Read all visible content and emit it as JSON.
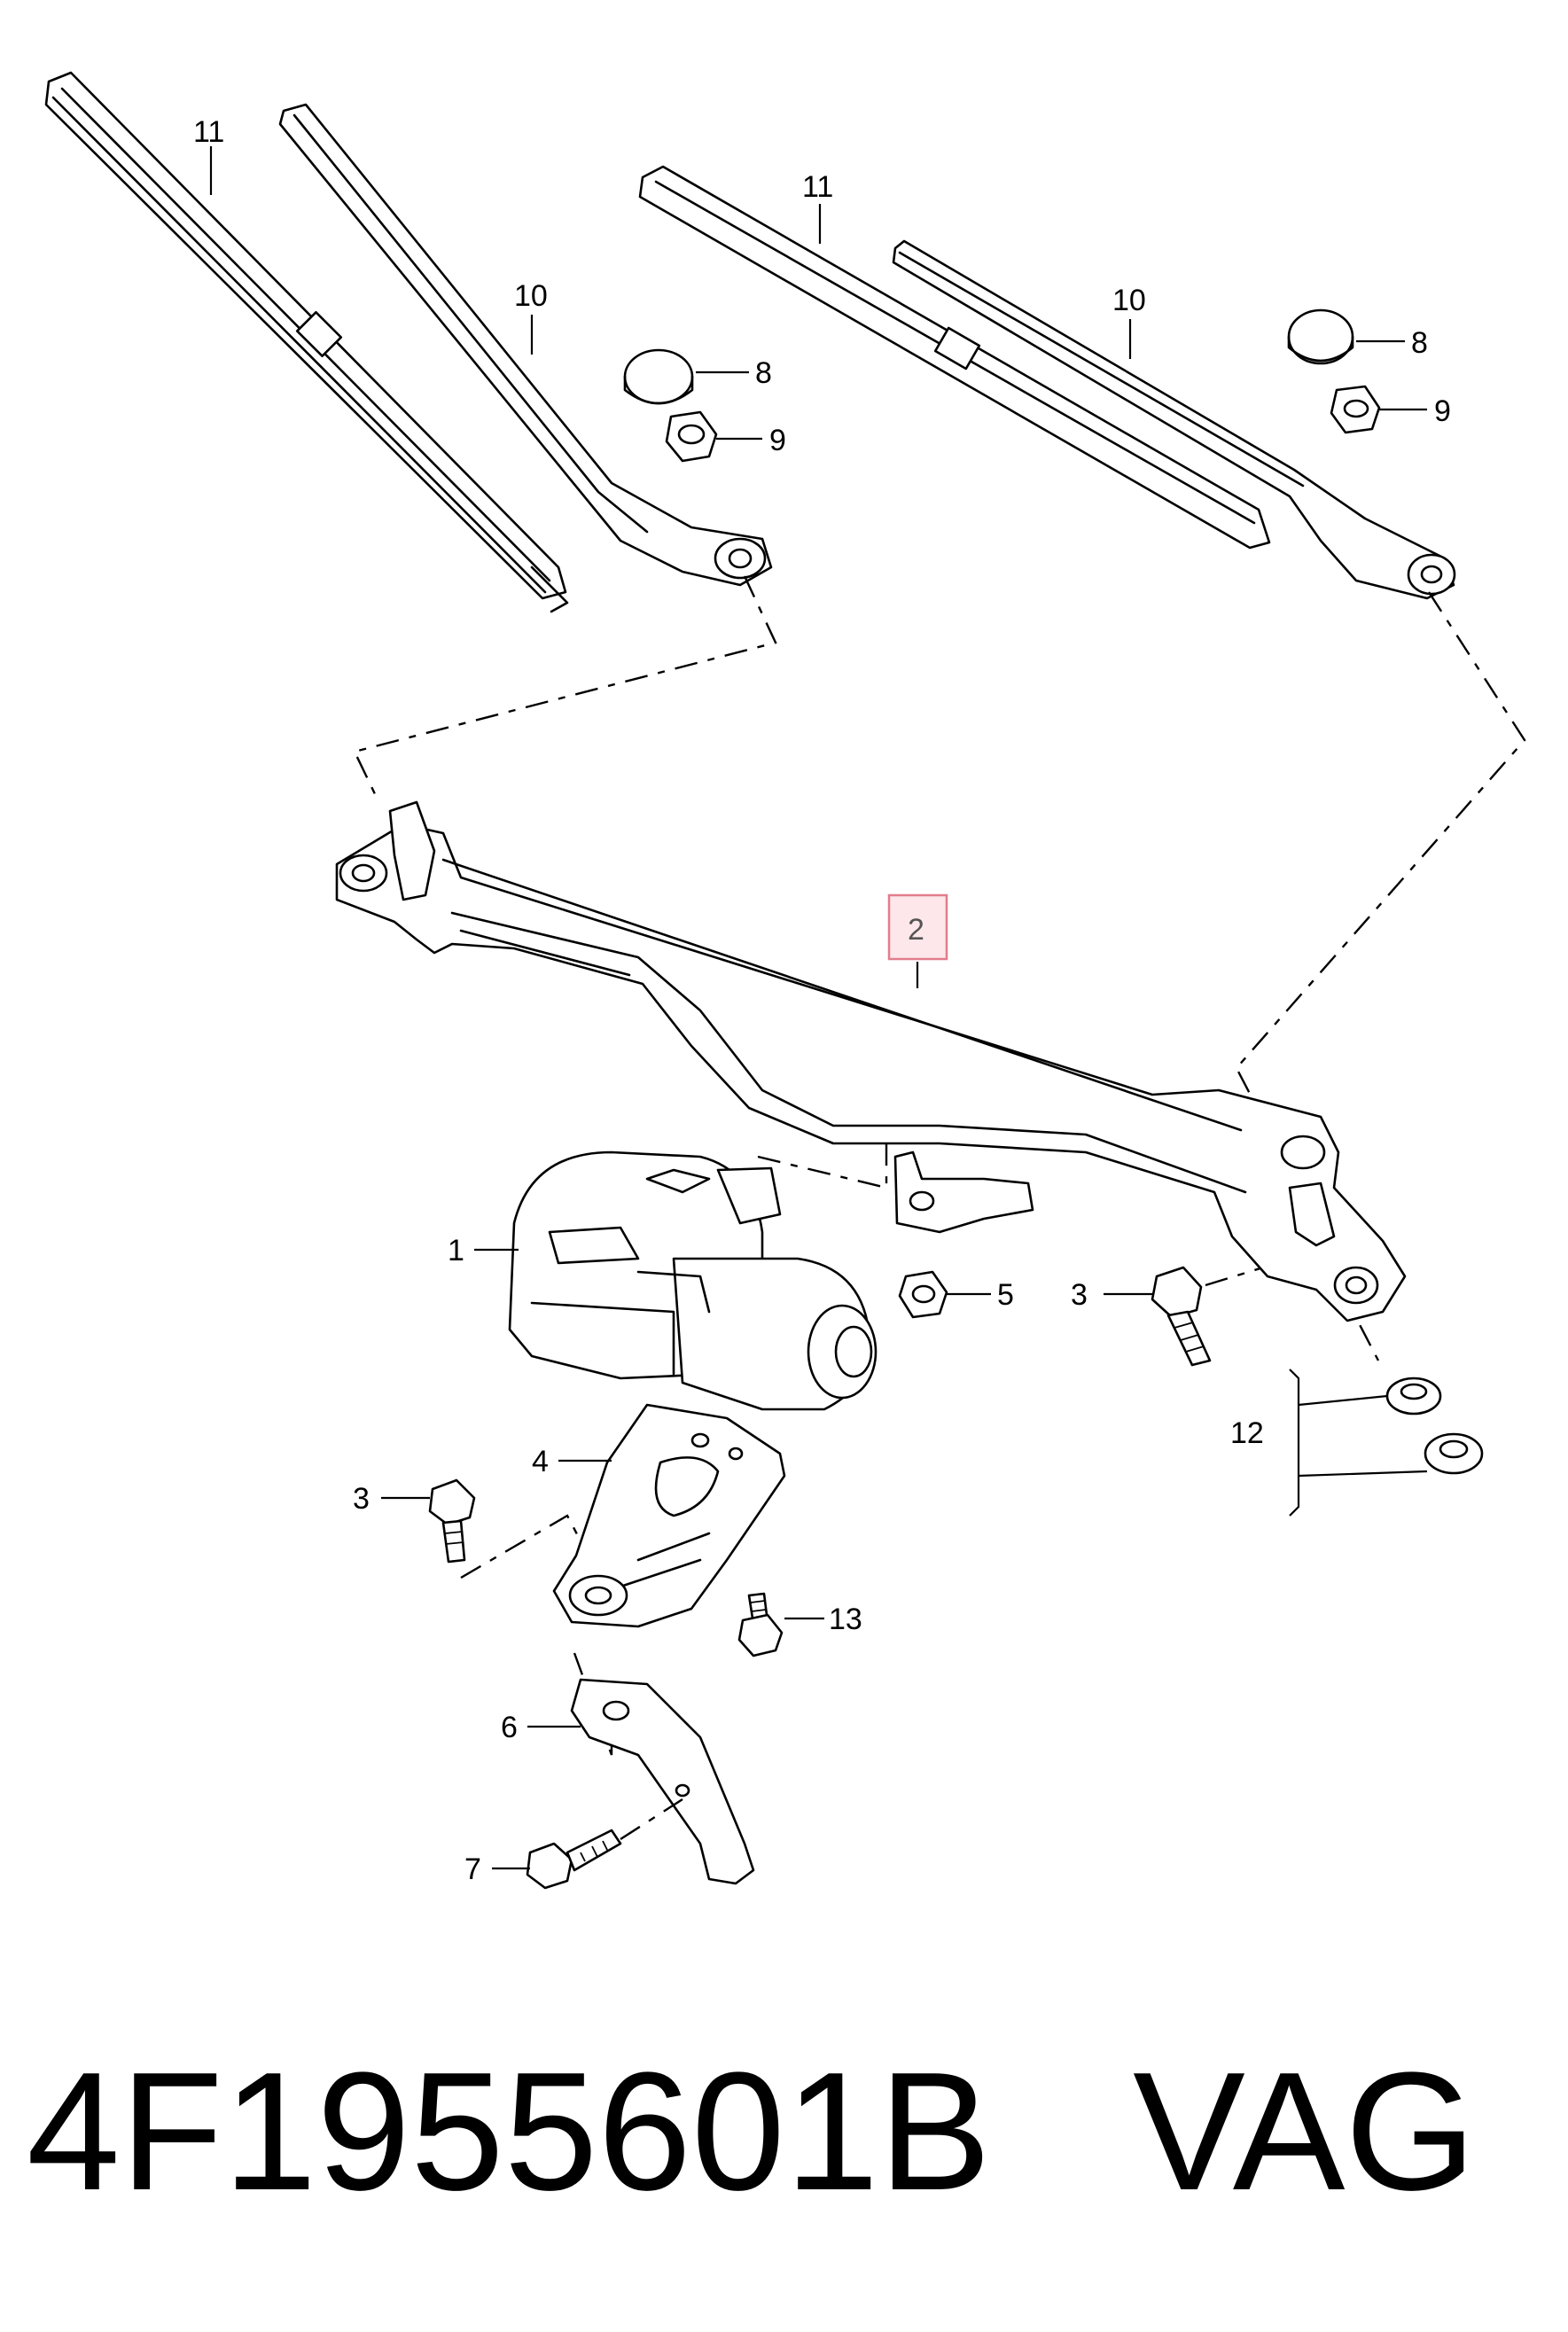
{
  "caption": {
    "part_number": "4F1955601B",
    "brand": "VAG"
  },
  "callouts": {
    "c1": "1",
    "c2": "2",
    "c3a": "3",
    "c3b": "3",
    "c4": "4",
    "c5": "5",
    "c6": "6",
    "c7": "7",
    "c8a": "8",
    "c8b": "8",
    "c9a": "9",
    "c9b": "9",
    "c10a": "10",
    "c10b": "10",
    "c11a": "11",
    "c11b": "11",
    "c12": "12",
    "c13": "13"
  },
  "highlight": {
    "callout": "2",
    "color": "#e27d8c",
    "fill": "#fde7ea"
  }
}
